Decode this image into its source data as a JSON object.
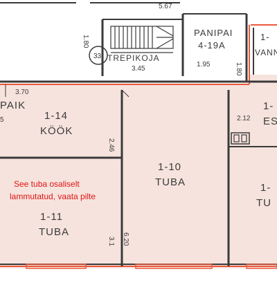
{
  "labels": {
    "dim_top": "5.67",
    "dim_stair_side": "1.80",
    "dim_stair_area": "3.45",
    "stair_num": "33",
    "stair_label": "TREPIKOJA",
    "r_pan_name": "PANIPAI",
    "r_pan_code": "4-19A",
    "dim_pan": "1.95",
    "dim_pan_side": "1.80",
    "r_vann_code": "1-",
    "r_vann_name": "VANN",
    "dim_piaik": "3.70",
    "r_piaik": "PAIK",
    "dim_left_edge": "5",
    "r_kook_code": "1-14",
    "r_kook_name": "KÖÖK",
    "dim_kook_side": "2.46",
    "r_tuba10_code": "1-10",
    "r_tuba10_name": "TUBA",
    "r_es_code": "1-",
    "r_es_name": "ES",
    "dim_es": "2.12",
    "r_tuba11_code": "1-11",
    "r_tuba11_name": "TUBA",
    "dim_620": "6.20",
    "dim_bottom_31": "3.1",
    "r_right_code": "1-",
    "r_right_name": "TU"
  },
  "note": {
    "line1": "See tuba osaliselt",
    "line2": "lammutatud, vaata pilte"
  },
  "colors": {
    "highlight": "#e8593a",
    "fill": "#f6e3dd",
    "note": "#e01414"
  }
}
